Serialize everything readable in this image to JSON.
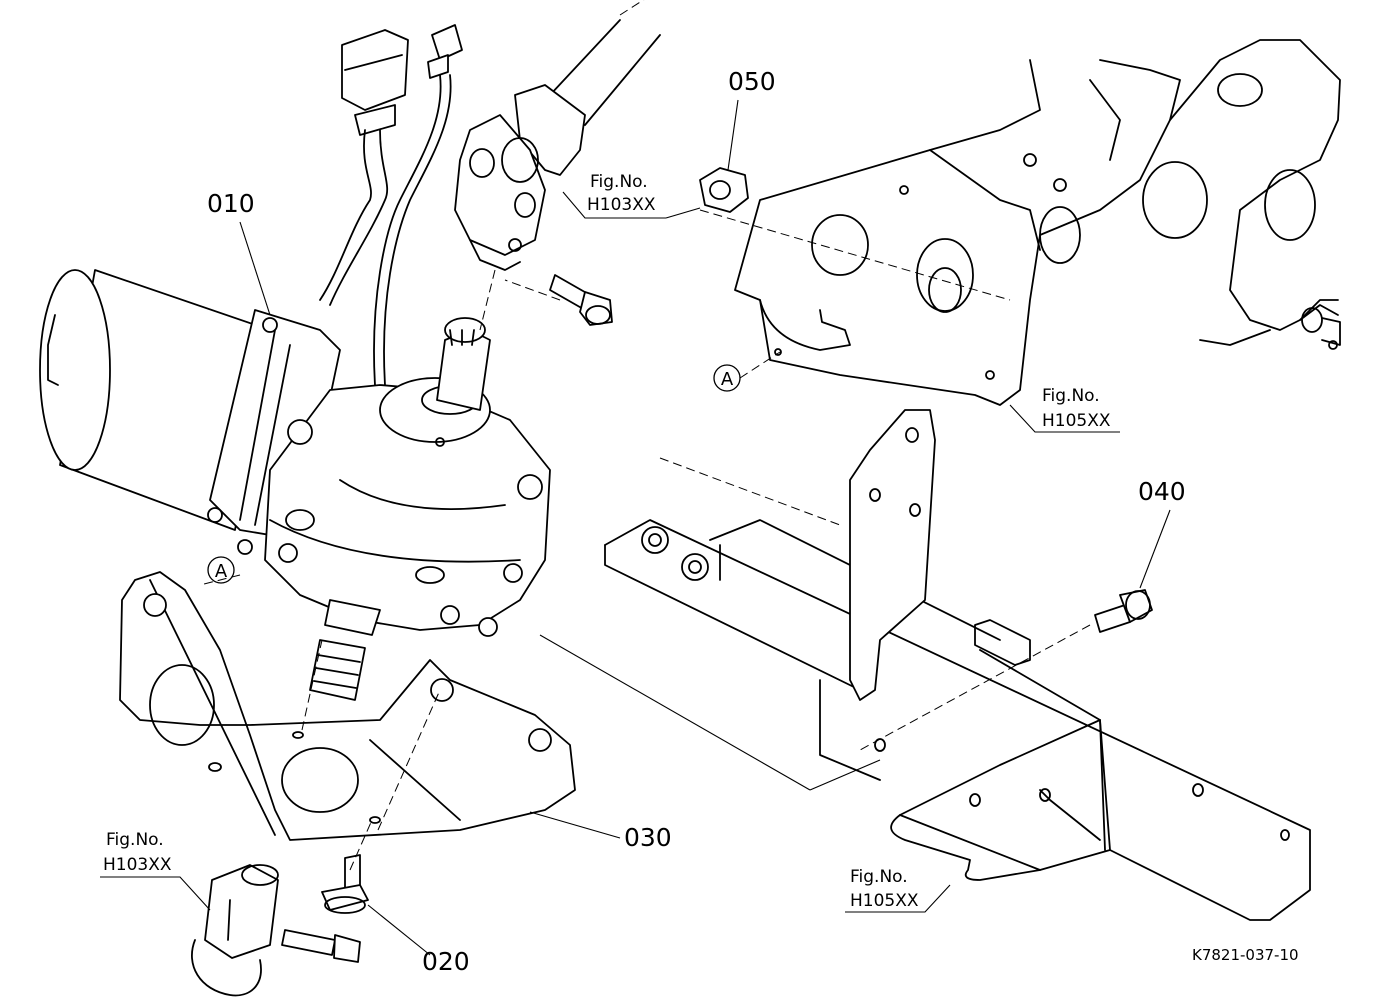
{
  "diagram": {
    "part_labels": {
      "p010": "010",
      "p020": "020",
      "p030": "030",
      "p040": "040",
      "p050": "050"
    },
    "figure_refs": {
      "ref_h103_top": [
        "Fig.No.",
        "H103XX"
      ],
      "ref_h105_upper": [
        "Fig.No.",
        "H105XX"
      ],
      "ref_h103_bottom": [
        "Fig.No.",
        "H103XX"
      ],
      "ref_h105_lower": [
        "Fig.No.",
        "H105XX"
      ]
    },
    "reference_markers": {
      "a_left": "A",
      "a_right": "A"
    },
    "drawing_code": "K7821-037-10",
    "icons": [
      "motor",
      "gearbox",
      "universal-joint",
      "bracket",
      "bolt",
      "nut",
      "connector",
      "frame"
    ]
  }
}
